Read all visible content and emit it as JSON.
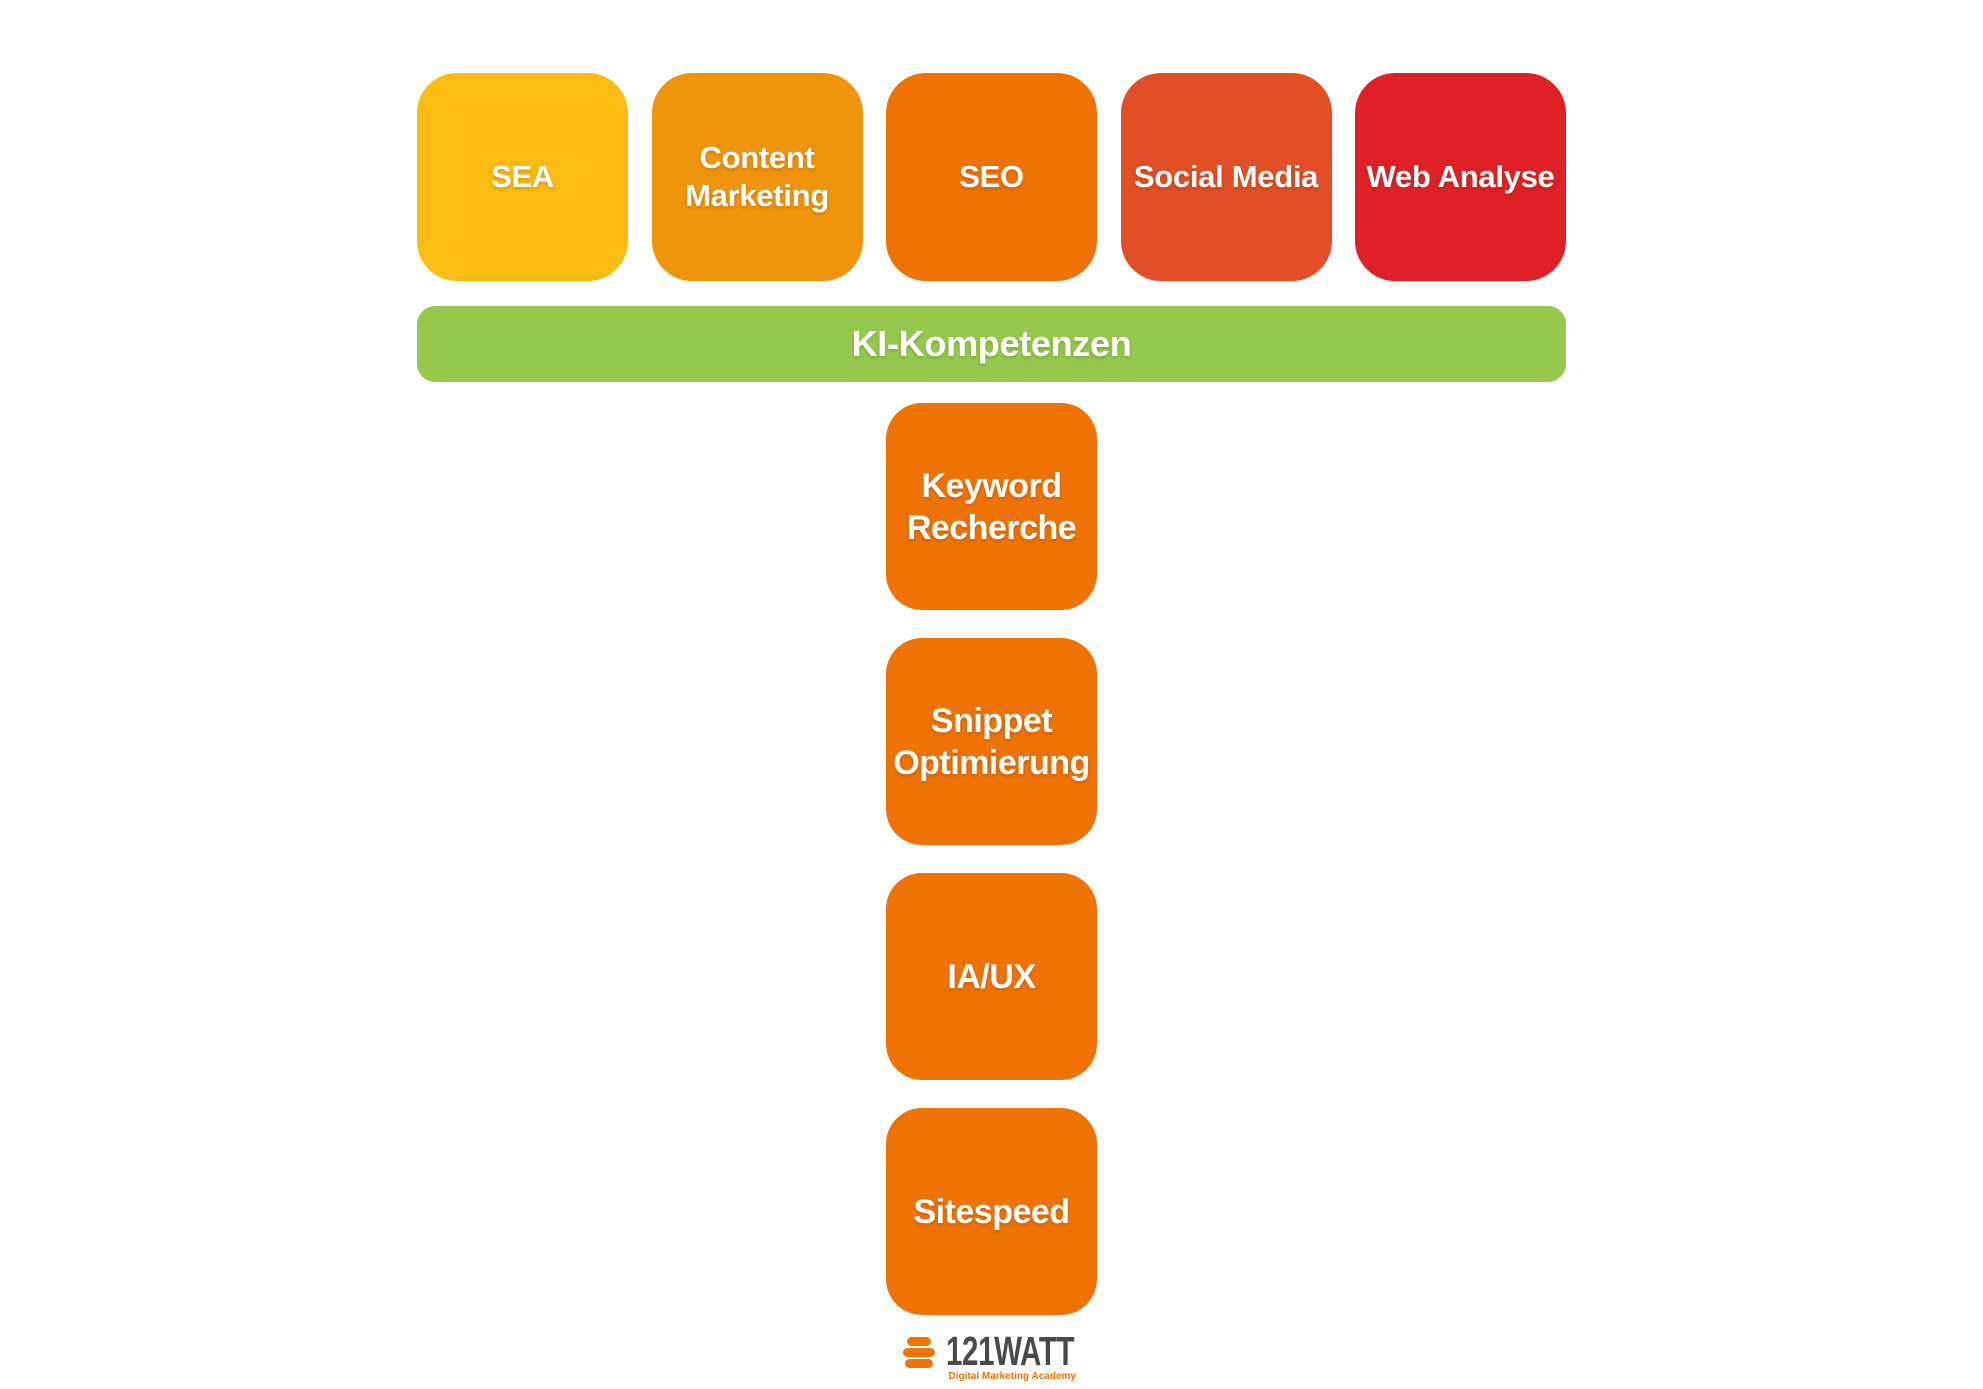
{
  "diagram": {
    "background": "#FFFFFF",
    "text_color": "#FFFFFF",
    "top_row": [
      {
        "label": "SEA",
        "color": "#FABB12"
      },
      {
        "label": "Content Marketing",
        "color": "#F0940B"
      },
      {
        "label": "SEO",
        "color": "#EF7203"
      },
      {
        "label": "Social Media",
        "color": "#E24E25"
      },
      {
        "label": "Web Analyse",
        "color": "#DF2027"
      }
    ],
    "ki_bar": {
      "label": "KI-Kompetenzen",
      "color": "#95C94E"
    },
    "seo_stack": [
      {
        "label": "Keyword Recherche",
        "color": "#EF7203"
      },
      {
        "label": "Snippet Optimierung",
        "color": "#EF7203"
      },
      {
        "label": "IA/UX",
        "color": "#EF7203"
      },
      {
        "label": "Sitespeed",
        "color": "#EF7203"
      }
    ],
    "logo": {
      "brand": "121WATT",
      "tagline": "Digital Marketing Academy",
      "brand_color": "#4A4A49",
      "accent_color": "#F07305"
    }
  }
}
